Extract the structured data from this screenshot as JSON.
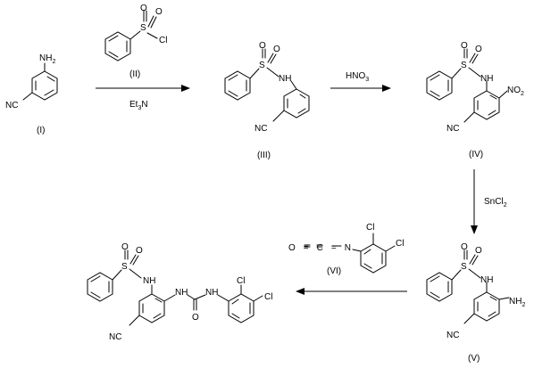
{
  "compounds": {
    "I": {
      "label": "(I)",
      "amine": "NH",
      "amine_sub": "2",
      "nitrile": "NC"
    },
    "II": {
      "label": "(II)",
      "sulfur": "S",
      "o1": "O",
      "o2": "O",
      "cl": "Cl"
    },
    "III": {
      "label": "(III)",
      "sulfur": "S",
      "o1": "O",
      "o2": "O",
      "nh": "NH",
      "nitrile": "NC"
    },
    "IV": {
      "label": "(IV)",
      "sulfur": "S",
      "o1": "O",
      "o2": "O",
      "nh": "NH",
      "nitro": "NO",
      "nitro_sub": "2",
      "nitrile": "NC"
    },
    "V": {
      "label": "(V)",
      "sulfur": "S",
      "o1": "O",
      "o2": "O",
      "nh": "NH",
      "amine": "NH",
      "amine_sub": "2",
      "nitrile": "NC"
    },
    "VI": {
      "label": "(VI)",
      "isocyanate": "O=C=N",
      "cl1": "Cl",
      "cl2": "Cl"
    },
    "product": {
      "sulfur": "S",
      "o1": "O",
      "o2": "O",
      "nh1": "NH",
      "nh2": "NH",
      "nh3": "NH",
      "o3": "O",
      "cl1": "Cl",
      "cl2": "Cl",
      "nitrile": "NC"
    }
  },
  "reagents": {
    "step1_base": "Et",
    "step1_base_sub": "3",
    "step1_base_tail": "N",
    "step2": "HNO",
    "step2_sub": "3",
    "step3": "SnCl",
    "step3_sub": "2"
  }
}
